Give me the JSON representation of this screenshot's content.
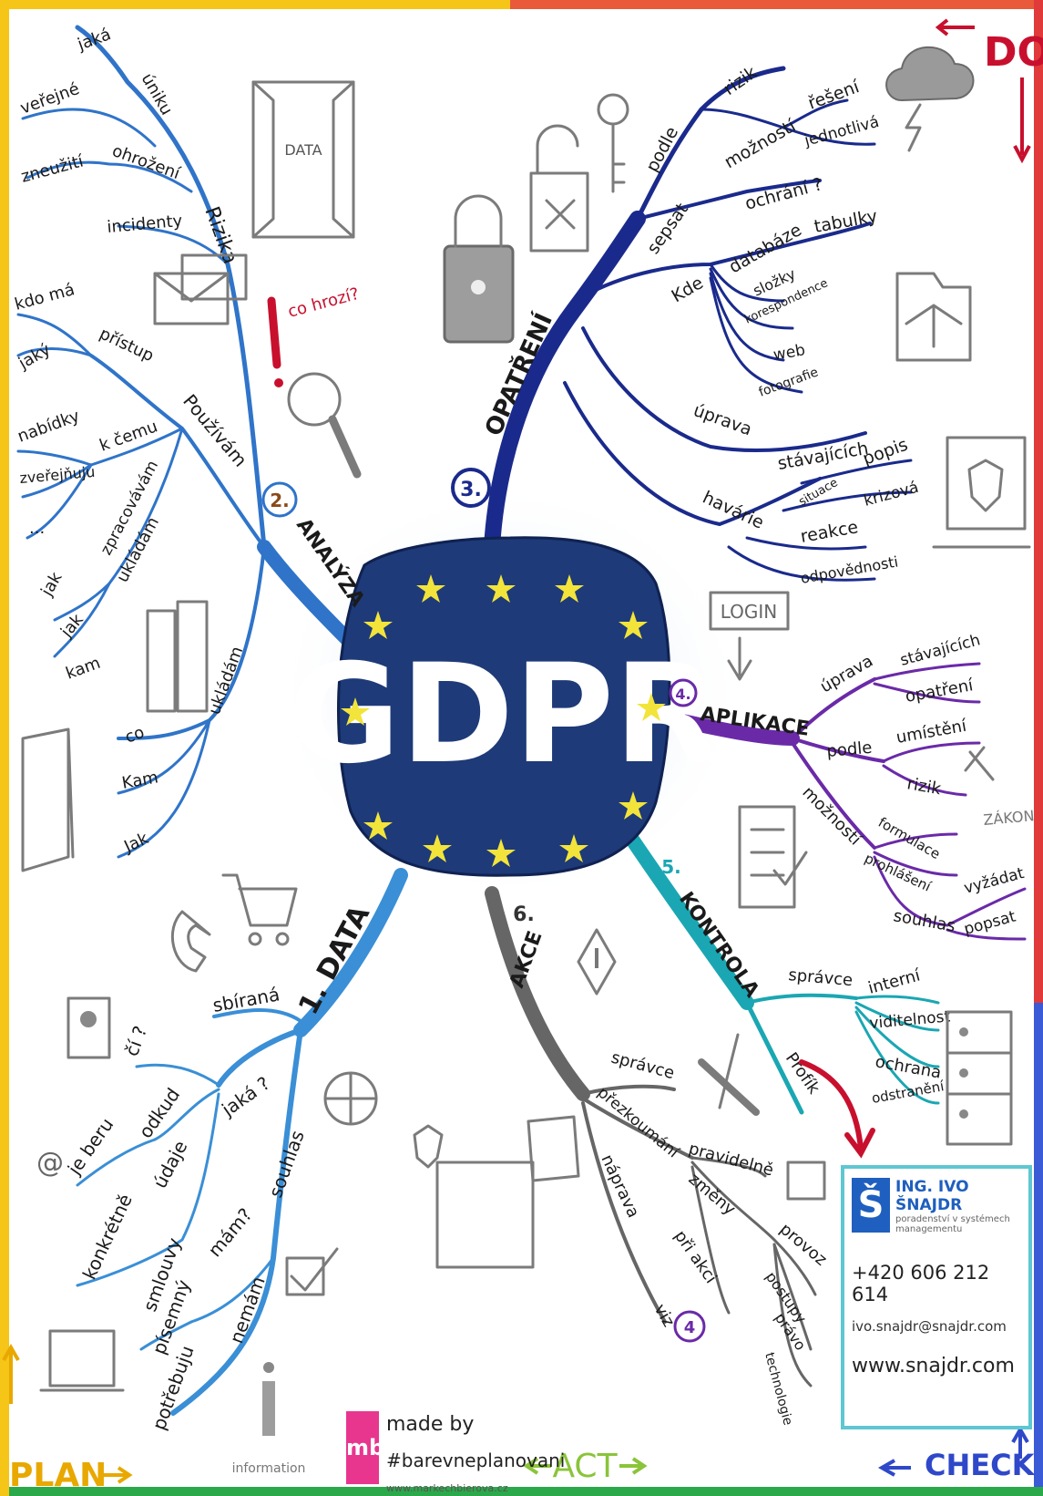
{
  "center": {
    "title": "GDPR"
  },
  "colors": {
    "data": "#3a8fd6",
    "analyza": "#2f74c9",
    "opatreni": "#1a2a8c",
    "aplikace": "#6a2aa8",
    "kontrola": "#1aa7b3",
    "akce": "#666666",
    "center_fill": "#1e3a78",
    "star": "#f2e43a",
    "accent_red": "#c8102e",
    "border_top": "#f5c518",
    "border_right": "#e03a3a",
    "border_bottom": "#2ba84a",
    "border_left": "#f5c518"
  },
  "branches": {
    "data": {
      "label": "1. DATA",
      "children": {
        "sbirana": "sbíraná",
        "jaka": "jaká ?",
        "ci": "čí ?",
        "odkud": "odkud",
        "je_beru": "je beru",
        "udaje": "údaje",
        "konkretne": "konkrétně",
        "souhlas": "souhlas",
        "mam": "mám?",
        "smlouvy": "smlouvy",
        "pisemny": "písemný",
        "nemam": "nemám",
        "potrebuju": "potřebuju"
      }
    },
    "analyza": {
      "label": "ANALÝZA",
      "number": "2.",
      "children": {
        "rizika": "Rizika",
        "jaka": "jaká",
        "uniku": "úniku",
        "verejne": "veřejné",
        "ohrozeni": "ohrožení",
        "zneuziti": "zneužití",
        "incidenty": "incidenty",
        "pouzivam": "Používám",
        "kdo_ma": "kdo má",
        "pristup": "přístup",
        "jaky": "jaký",
        "k_cemu": "k čemu",
        "nabidky": "nabídky",
        "zverejnuju": "zveřejňuju",
        "dots": "...",
        "zpracovavam": "zpracovávám",
        "jak1": "jak",
        "ukladam1": "ukládám",
        "jak2": "jak",
        "kam1": "kam",
        "ukladam2": "ukládám",
        "co": "co",
        "kam2": "Kam",
        "jak3": "Jak"
      }
    },
    "opatreni": {
      "label": "OPATŘENÍ",
      "number": "3.",
      "children": {
        "podle": "podle",
        "rizik": "rizik",
        "moznosti": "možností",
        "reseni": "řešení",
        "jednotliva": "jednotlivá",
        "sepsat": "sepsat",
        "ochrani": "ochrání ?",
        "kde": "Kde",
        "databaze": "databáze",
        "tabulky": "tabulky",
        "slozky": "složky",
        "korespondence": "korespondence",
        "web": "web",
        "fotografie": "fotografie",
        "uprava": "úprava",
        "stavajicich": "stávajících",
        "popis": "popis",
        "havarie": "havárie",
        "situace": "situace",
        "krizova": "krizová",
        "reakce": "reakce",
        "odpovednosti": "odpovědnosti"
      }
    },
    "aplikace": {
      "label": "APLIKACE",
      "number": "4.",
      "children": {
        "uprava": "úprava",
        "stavajicich": "stávajících",
        "opatreni": "opatření",
        "podle": "podle",
        "umisteni": "umístění",
        "rizik": "rizik",
        "moznosti": "možností",
        "formulace": "formulace",
        "prohlaseni": "prohlášení",
        "souhlas": "souhlas",
        "vyzadat": "vyžádat",
        "popsat": "popsat"
      }
    },
    "kontrola": {
      "label": "KONTROLA",
      "number": "5.",
      "children": {
        "spravce": "správce",
        "interni": "interní",
        "viditelnost": "viditelnost",
        "ochrana": "ochrana",
        "odstraneni": "odstranění",
        "profik": "Profík"
      }
    },
    "akce": {
      "label": "AKCE",
      "number": "6.",
      "children": {
        "spravce": "správce",
        "prezkoumani": "přezkoumání",
        "pravidelne": "pravidelně",
        "zmeny": "změny",
        "provoz": "provoz",
        "postupy": "postupy",
        "pravo": "právo",
        "technologie": "technologie",
        "pri_akci": "při akci",
        "naprava": "náprava",
        "viz": "viz",
        "viz_ref": "4"
      }
    }
  },
  "sketch_labels": {
    "data_window": "DATA",
    "co_hrozi": "co hrozí?",
    "login": "LOGIN",
    "zakon": "ZÁKON",
    "information": "information",
    "at": "@"
  },
  "cycle": {
    "plan": "PLAN",
    "do": "DO",
    "check": "CHECK",
    "act": "ACT"
  },
  "contact_card": {
    "logo": "Š",
    "name": "ING. IVO ŠNAJDR",
    "subtitle_line1": "poradenství v systémech",
    "subtitle_line2": "managementu",
    "phone": "+420 606 212 614",
    "email": "ivo.snajdr@snajdr.com",
    "web": "www.snajdr.com"
  },
  "footer": {
    "logo": "mb",
    "made_by": "made by",
    "hashtag": "#barevneplanovani",
    "url": "www.markechbierova.cz"
  }
}
